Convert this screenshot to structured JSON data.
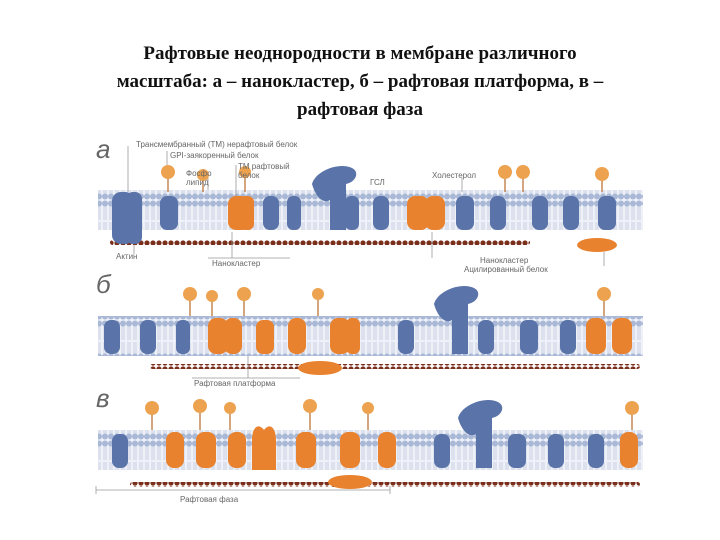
{
  "title": {
    "line1": "Рафтовые неоднородности в мембране различного",
    "line2": "масштаба: а – нанокластер, б – рафтовая платформа, в –",
    "line3": "рафтовая фаза"
  },
  "panels": [
    {
      "letter": "а",
      "labels": {
        "tm_nonraft": "Трансмембранный (ТМ) нерафтовый белок",
        "gpi": "GPI-заякоренный белок",
        "tm_raft_1": "ТМ рафтовый",
        "tm_raft_2": "белок",
        "phospho_1": "Фосфо",
        "phospho_2": "липид",
        "gsl": "ГСЛ",
        "cholesterol": "Холестерол",
        "actin": "Актин",
        "nanocluster_left": "Нанокластер",
        "nanocluster_right": "Нанокластер",
        "acylated": "Ацилированный белок"
      }
    },
    {
      "letter": "б",
      "labels": {
        "raft_platform": "Рафтовая платформа"
      }
    },
    {
      "letter": "в",
      "labels": {
        "raft_phase": "Рафтовая фаза"
      }
    }
  ],
  "colors": {
    "lipid_head": "#a9b8d6",
    "lipid_tail": "#d6dcea",
    "raft_protein": "#e9822e",
    "nonraft_protein": "#5a73a8",
    "gpi_bulb": "#eda24f",
    "actin": "#7a2f1c",
    "label_text": "#666666"
  }
}
